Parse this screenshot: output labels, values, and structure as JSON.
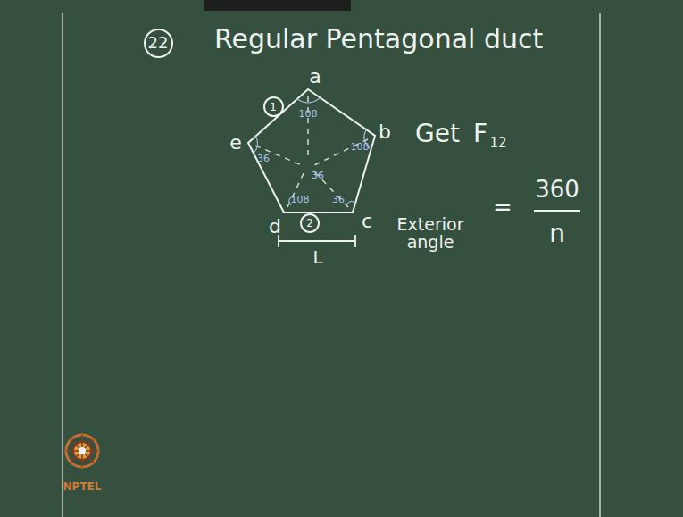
{
  "diagram": {
    "title": "Regular Pentagonal duct",
    "nodes": [
      {
        "text": [
          "22"
        ]
      },
      {
        "text": [
          "1"
        ]
      },
      {
        "text": [
          "2"
        ]
      }
    ],
    "labels": [
      "a",
      "b",
      "c",
      "d",
      "e",
      "108",
      "108",
      "36",
      "108",
      "36",
      "36",
      "L",
      "Get",
      "F",
      "12",
      "Exterior angle",
      "=",
      "360",
      "n",
      "NPTEL"
    ]
  }
}
